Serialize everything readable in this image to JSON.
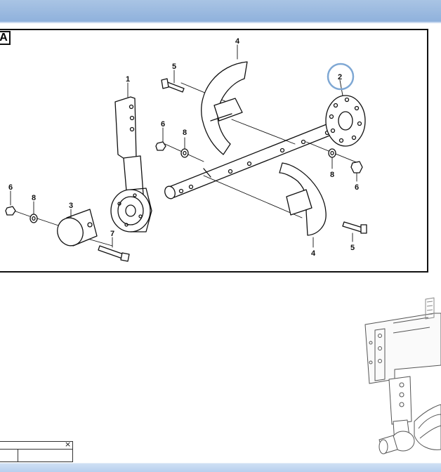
{
  "view": {
    "label": "A"
  },
  "callouts": {
    "c1": "1",
    "c2": "2",
    "c3": "3",
    "c4a": "4",
    "c4b": "4",
    "c5a": "5",
    "c5b": "5",
    "c6a": "6",
    "c6b": "6",
    "c6c": "6",
    "c7": "7",
    "c8a": "8",
    "c8b": "8",
    "c8c": "8"
  },
  "highlight": {
    "color": "#7fa8d4",
    "target": "2"
  },
  "colors": {
    "top_bar": "#9bb9e0",
    "bottom_bar": "#c4d7f0",
    "line": "#111111"
  },
  "mini_panel": {
    "close_icon": "close-icon"
  }
}
